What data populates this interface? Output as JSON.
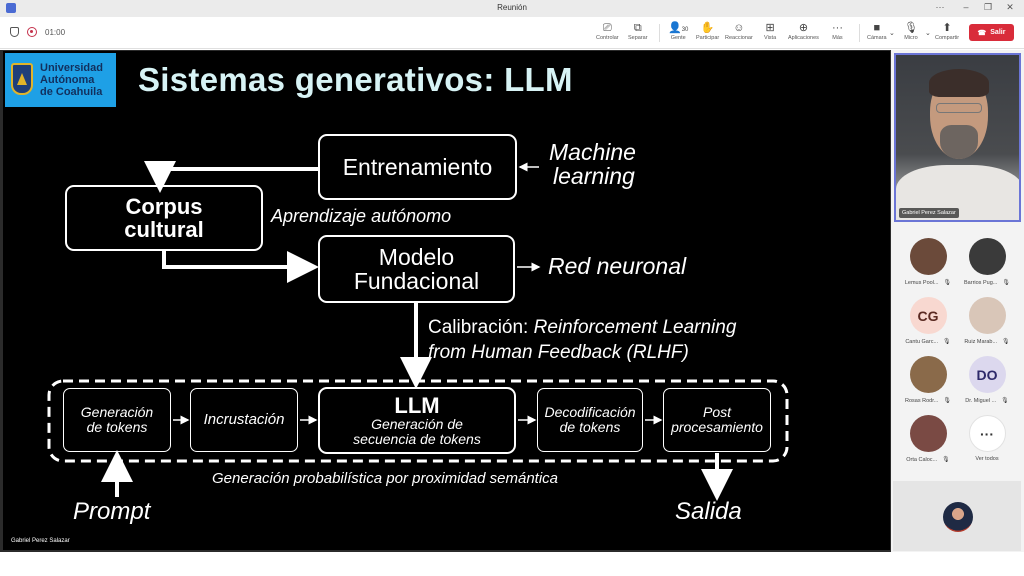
{
  "window": {
    "title": "Reunión",
    "controls": [
      "more-icon",
      "minimize-icon",
      "restore-icon",
      "close-icon"
    ]
  },
  "meeting": {
    "recording_time": "01:00",
    "toolbar": [
      {
        "id": "controlar",
        "label": "Controlar",
        "icon": "screen-control-icon"
      },
      {
        "id": "separar",
        "label": "Separar",
        "icon": "pop-out-icon"
      },
      {
        "id": "gente",
        "label": "Gente",
        "icon": "people-icon",
        "count": "30"
      },
      {
        "id": "participar",
        "label": "Participar",
        "icon": "raise-hand-icon"
      },
      {
        "id": "reaccionar",
        "label": "Reaccionar",
        "icon": "smiley-icon"
      },
      {
        "id": "vista",
        "label": "Vista",
        "icon": "grid-icon"
      },
      {
        "id": "aplicaciones",
        "label": "Aplicaciones",
        "icon": "add-app-icon"
      },
      {
        "id": "mas",
        "label": "Más",
        "icon": "more-icon"
      },
      {
        "id": "camara",
        "label": "Cámara",
        "icon": "camera-off-icon"
      },
      {
        "id": "micro",
        "label": "Micro",
        "icon": "mic-off-icon"
      },
      {
        "id": "compartir",
        "label": "Compartir",
        "icon": "share-icon"
      }
    ],
    "leave_label": "Salir"
  },
  "slide": {
    "logo_lines": [
      "Universidad",
      "Autónoma",
      "de Coahuila"
    ],
    "title": "Sistemas generativos: LLM",
    "boxes": {
      "entrenamiento": "Entrenamiento",
      "corpus_1": "Corpus",
      "corpus_2": "cultural",
      "modelo_1": "Modelo",
      "modelo_2": "Fundacional",
      "gen_tokens_1": "Generación",
      "gen_tokens_2": "de tokens",
      "incrustacion": "Incrustación",
      "llm": "LLM",
      "llm_sub_1": "Generación de",
      "llm_sub_2": "secuencia de tokens",
      "decod_1": "Decodificación",
      "decod_2": "de tokens",
      "post_1": "Post",
      "post_2": "procesamiento"
    },
    "labels": {
      "machine_1": "Machine",
      "machine_2": "learning",
      "aprendizaje": "Aprendizaje autónomo",
      "red": "Red neuronal",
      "calibracion_prefix": "Calibración:",
      "calibracion_1": "Reinforcement Learning",
      "calibracion_2": "from Human Feedback (RLHF)",
      "probabilistica": "Generación probabilística por proximidad semántica",
      "prompt": "Prompt",
      "salida": "Salida"
    },
    "presenter_tag": "Gabriel Perez Salazar"
  },
  "sidebar": {
    "self_name": "Gabriel Perez Salazar",
    "participants": [
      {
        "name": "Lemus Pool...",
        "initials": "",
        "bg": "#6b4a3a",
        "muted": true
      },
      {
        "name": "Barrios Pug...",
        "initials": "",
        "bg": "#3a3a3a",
        "muted": true
      },
      {
        "name": "Cantu Garc...",
        "initials": "CG",
        "bg": "#f8d8d0",
        "fg": "#5b2a22",
        "muted": true
      },
      {
        "name": "Ruiz Marab...",
        "initials": "",
        "bg": "#d9c6b8",
        "muted": true
      },
      {
        "name": "Rosas Rodr...",
        "initials": "",
        "bg": "#8a6a4a",
        "muted": true
      },
      {
        "name": "Dr. Miguel ...",
        "initials": "DO",
        "bg": "#dcd8ee",
        "fg": "#2e2a6a",
        "muted": true
      },
      {
        "name": "Orta Caloc...",
        "initials": "",
        "bg": "#7a4a44",
        "muted": true
      },
      {
        "name": "Ver todos",
        "initials": "···",
        "bg": "#ffffff",
        "fg": "#333",
        "muted": false
      }
    ]
  },
  "colors": {
    "leave": "#d92c3a",
    "accent": "#6b75d6",
    "slide_title": "#d7f3f5",
    "logo_bg": "#1ea0e6"
  }
}
